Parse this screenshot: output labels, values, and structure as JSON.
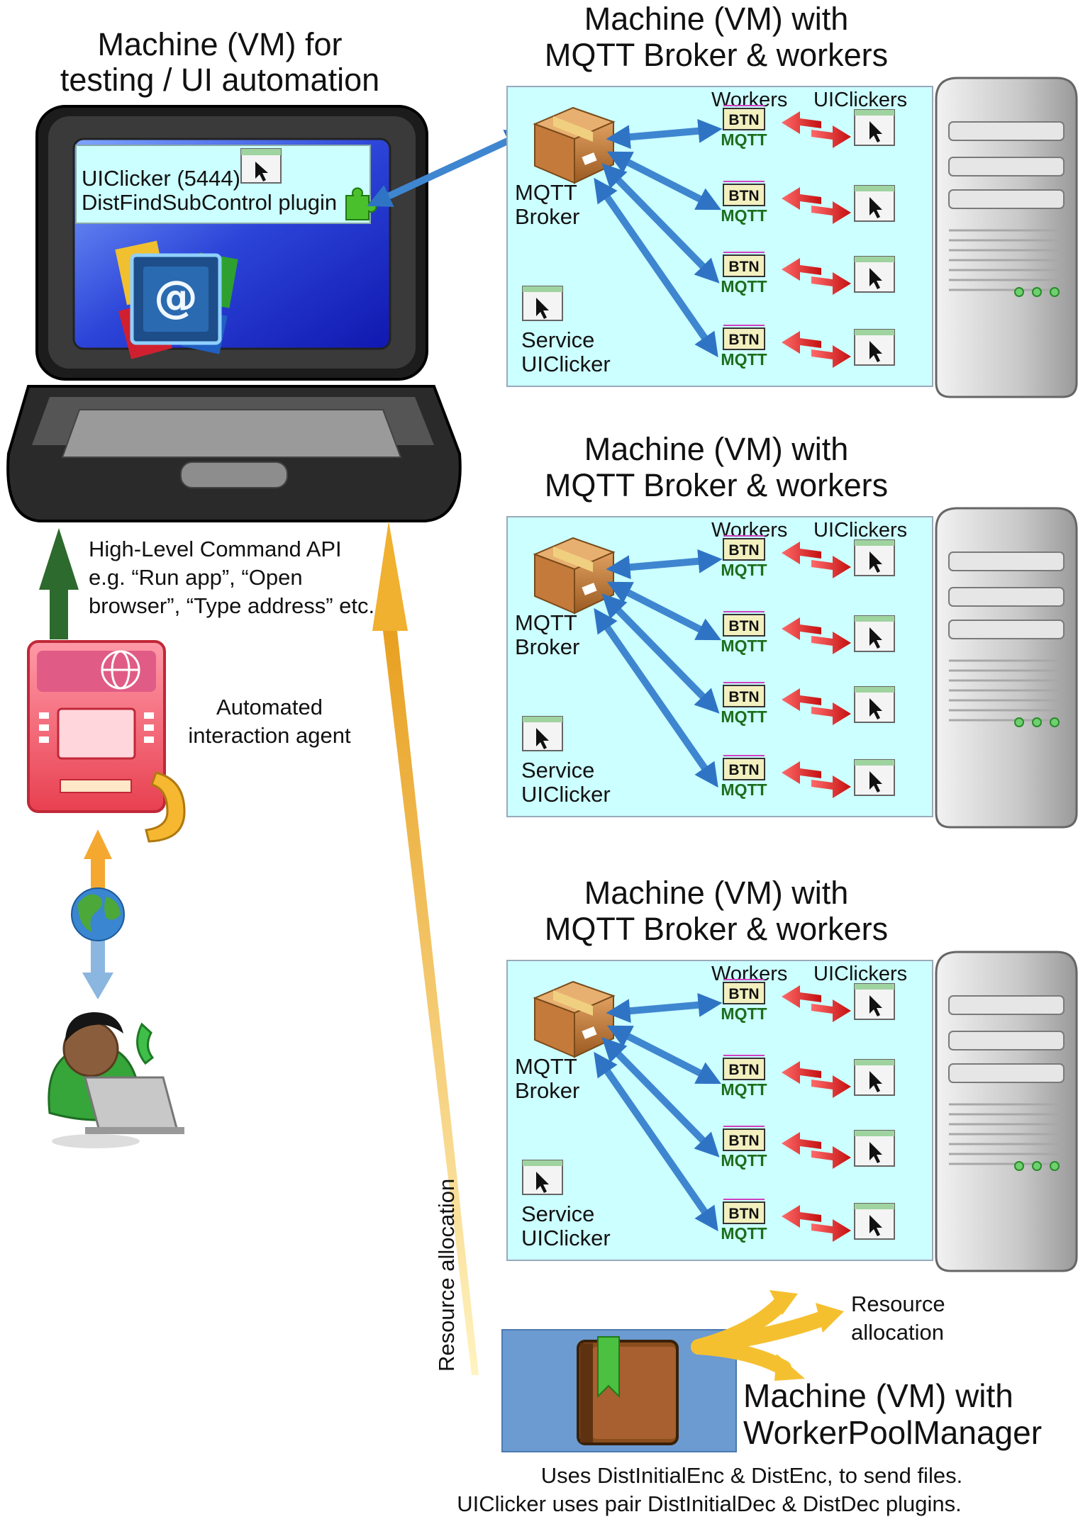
{
  "testing_machine": {
    "title_line1": "Machine (VM) for",
    "title_line2": "testing / UI automation",
    "uiclicker_label": "UIClicker (5444)",
    "plugin_label": "DistFindSubControl plugin"
  },
  "api_note": {
    "line1": "High-Level Command API",
    "line2": "e.g. “Run app”, “Open",
    "line3": "browser”, “Type address” etc."
  },
  "agent": {
    "line1": "Automated",
    "line2": "interaction agent"
  },
  "resource_allocation_vertical": "Resource allocation",
  "worker_machines": [
    {
      "title_line1": "Machine (VM) with",
      "title_line2": "MQTT Broker & workers",
      "workers_header": "Workers",
      "uiclickers_header": "UIClickers",
      "broker_line1": "MQTT",
      "broker_line2": "Broker",
      "service_line1": "Service",
      "service_line2": "UIClicker"
    },
    {
      "title_line1": "Machine (VM) with",
      "title_line2": "MQTT Broker & workers",
      "workers_header": "Workers",
      "uiclickers_header": "UIClickers",
      "broker_line1": "MQTT",
      "broker_line2": "Broker",
      "service_line1": "Service",
      "service_line2": "UIClicker"
    },
    {
      "title_line1": "Machine (VM) with",
      "title_line2": "MQTT Broker & workers",
      "workers_header": "Workers",
      "uiclickers_header": "UIClickers",
      "broker_line1": "MQTT",
      "broker_line2": "Broker",
      "service_line1": "Service",
      "service_line2": "UIClicker"
    }
  ],
  "worker_icon": {
    "btn": "BTN",
    "mqtt": "MQTT"
  },
  "pool_manager": {
    "resource_line1": "Resource",
    "resource_line2": "allocation",
    "title_line1": "Machine (VM) with",
    "title_line2": "WorkerPoolManager",
    "note_line1": "Uses DistInitialEnc & DistEnc, to send files.",
    "note_line2": "UIClicker uses pair DistInitialDec & DistDec plugins."
  },
  "colors": {
    "panel_bg": "#ccffff",
    "blue_arrow": "#3f86d0",
    "red_arrow": "#d42020",
    "gold_arrow": "#f0b030",
    "green_arrow": "#2d6a2d"
  }
}
